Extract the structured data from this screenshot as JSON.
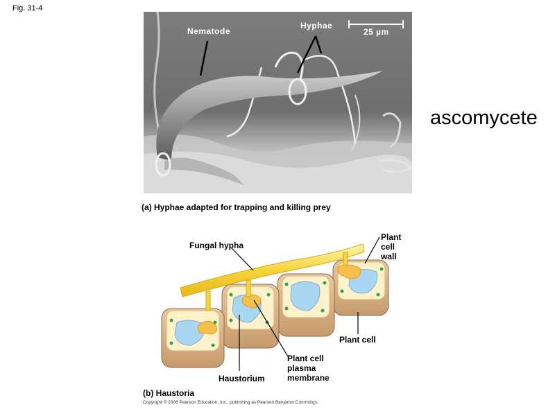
{
  "figure_label": "Fig. 31-4",
  "side_label": "ascomycete",
  "photo": {
    "nematode_label": "Nematode",
    "hyphae_label": "Hyphae",
    "scale_bar_label": "25 µm"
  },
  "caption_a": "(a) Hyphae adapted for trapping and killing prey",
  "diagram": {
    "fungal_hypha_label": "Fungal hypha",
    "plant_cell_wall_label": "Plant\ncell\nwall",
    "plant_cell_label": "Plant cell",
    "membrane_label": "Plant cell\nplasma\nmembrane",
    "haustorium_label": "Haustorium"
  },
  "caption_b": "(b) Haustoria",
  "copyright": "Copyright © 2008 Pearson Education, Inc., publishing as Pearson Benjamin Cummings."
}
